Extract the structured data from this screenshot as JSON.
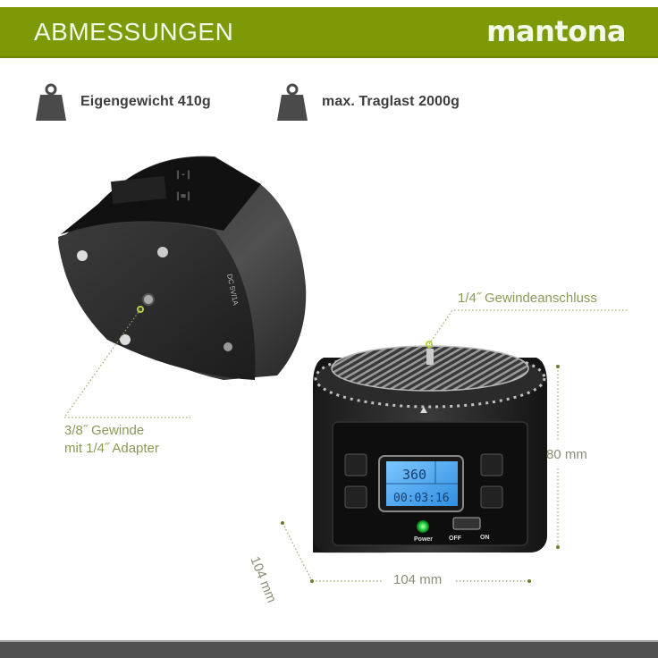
{
  "header": {
    "title": "ABMESSUNGEN",
    "brand": "mantona",
    "bg_color": "#7d9a06"
  },
  "specs": [
    {
      "icon": "weight-icon",
      "label": "Eigengewicht 410g"
    },
    {
      "icon": "weight-icon",
      "label": "max. Traglast 2000g"
    }
  ],
  "annotations": {
    "bottom_thread_line1": "3/8˝ Gewinde",
    "bottom_thread_line2": "mit 1/4˝ Adapter",
    "top_thread": "1/4˝ Gewindeanschluss"
  },
  "dimensions": {
    "height": "80 mm",
    "width": "104 mm",
    "depth": "104 mm"
  },
  "device": {
    "lcd_angle": "360",
    "lcd_time": "00:03:16",
    "power_label": "Power",
    "switch_off": "OFF",
    "switch_on": "ON",
    "port_label": "DC 5V/1A",
    "led_color": "#2fe04a",
    "lcd_color": "#4aa8f0"
  },
  "footer": {
    "color": "#505050"
  }
}
